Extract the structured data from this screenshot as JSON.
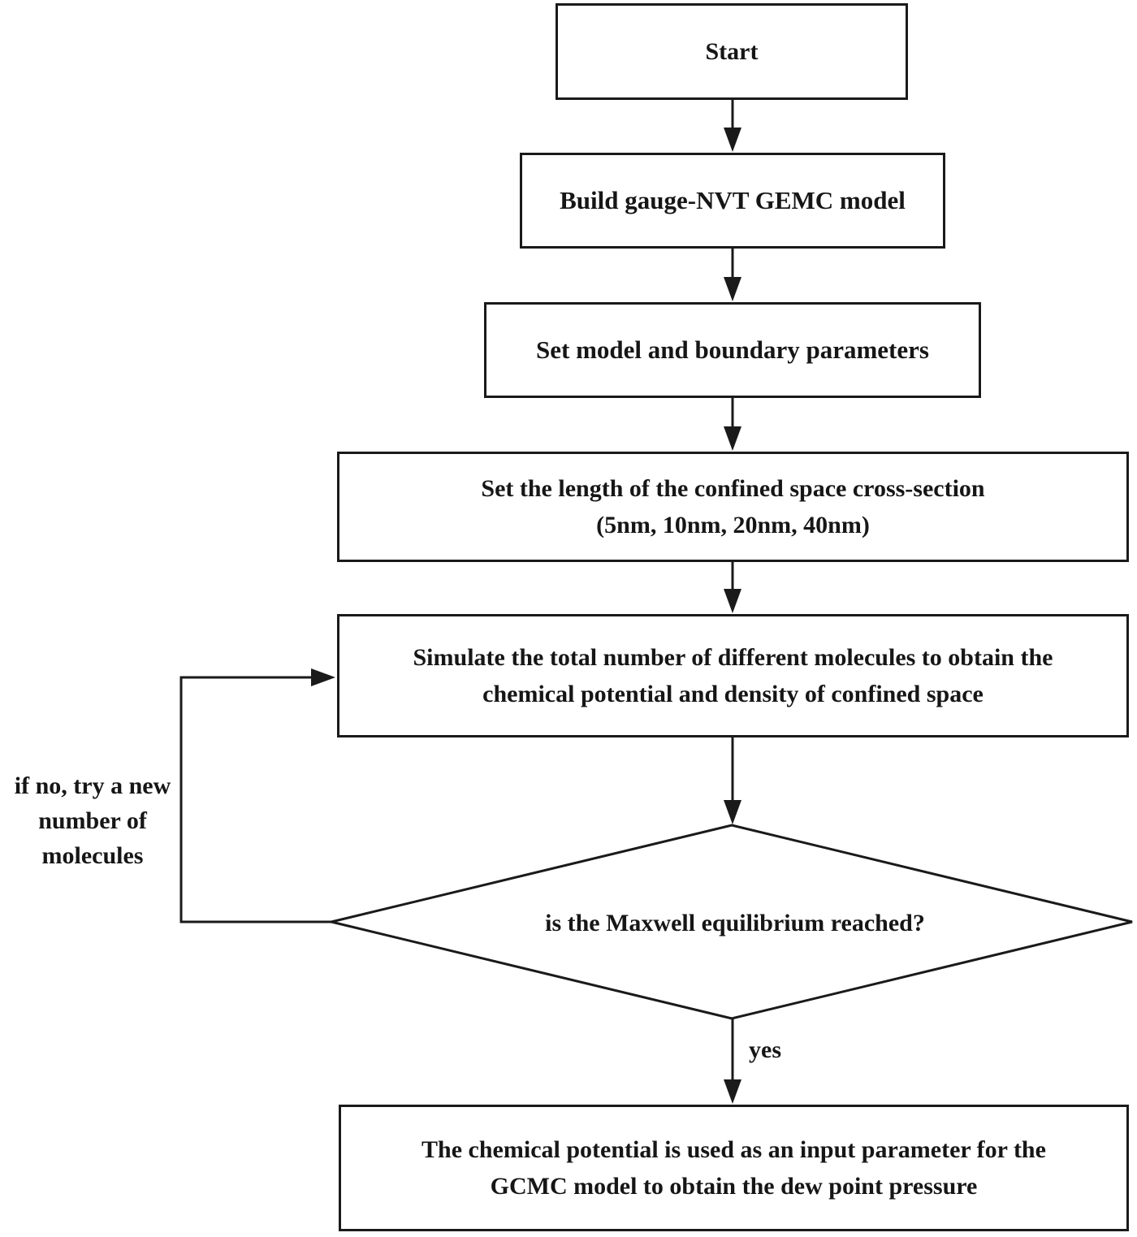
{
  "flowchart": {
    "nodes": {
      "start": {
        "label": "Start"
      },
      "build_model": {
        "label": "Build gauge-NVT GEMC model"
      },
      "set_parameters": {
        "label": "Set model and boundary parameters"
      },
      "set_length": {
        "lines": [
          "Set the length of the confined space cross-section",
          "(5nm, 10nm, 20nm, 40nm)"
        ]
      },
      "simulate": {
        "lines": [
          "Simulate the total number of different molecules to obtain the",
          "chemical potential and density of confined space"
        ]
      },
      "decision": {
        "label": "is the Maxwell equilibrium reached?"
      },
      "output": {
        "lines": [
          "The chemical potential is used as an input parameter for the",
          "GCMC model to obtain the dew point pressure"
        ]
      }
    },
    "edge_labels": {
      "yes": {
        "label": "yes"
      },
      "no": {
        "lines": [
          "if no, try a new",
          "number of",
          "molecules"
        ]
      }
    },
    "colors": {
      "line": "#1a1a1a",
      "text": "#161616",
      "node_background": "#ffffff",
      "page_background": "#ffffff"
    }
  }
}
